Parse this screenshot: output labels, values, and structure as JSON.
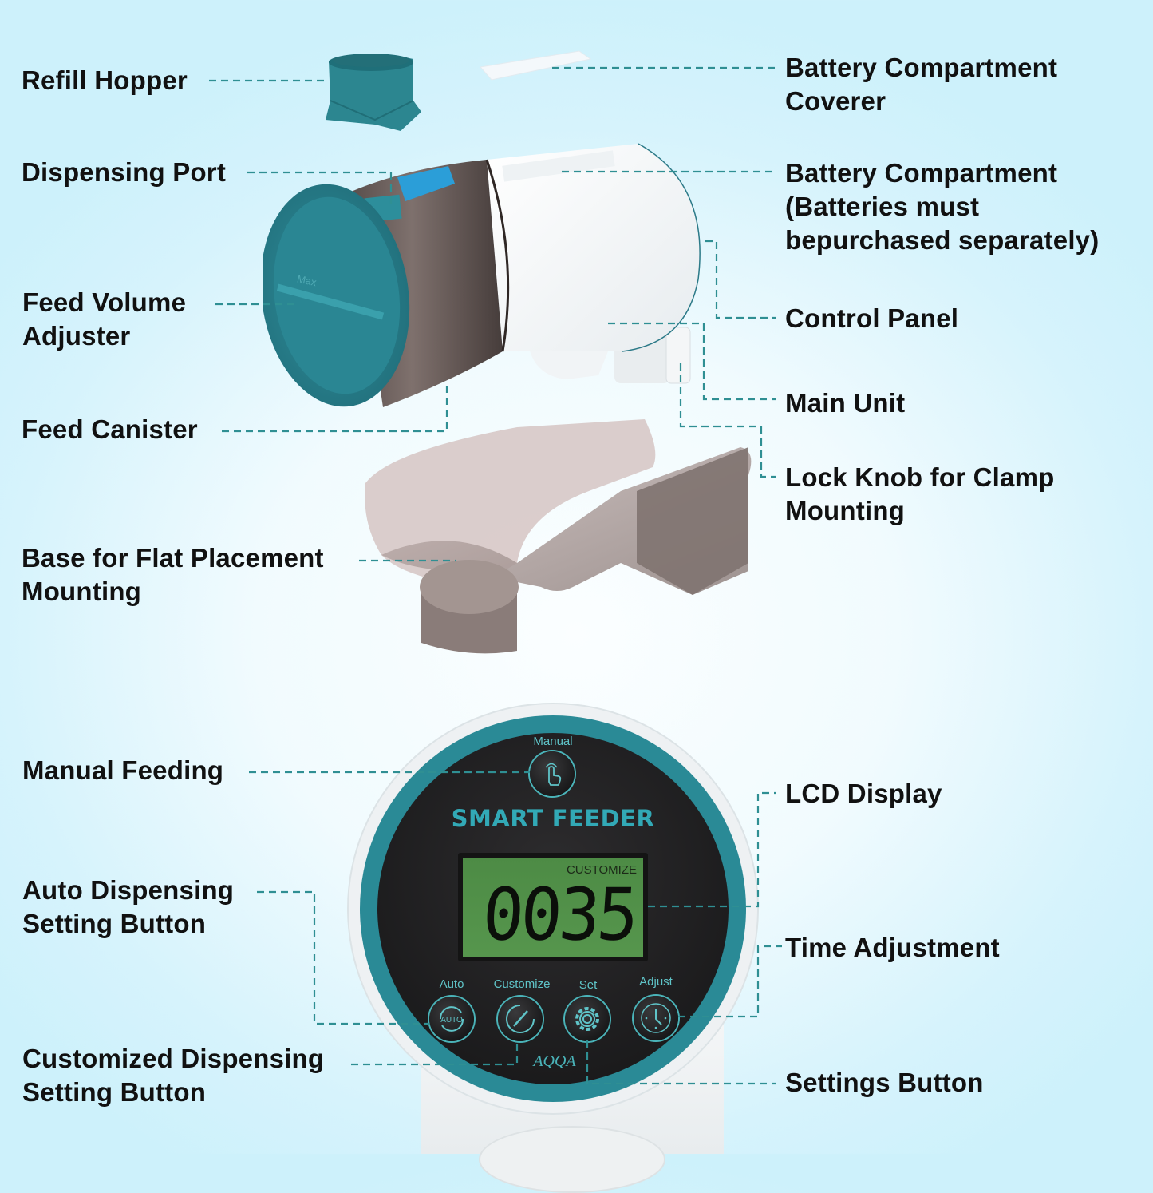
{
  "colors": {
    "background_edge": "#cdf1fb",
    "background_center": "#fbfeff",
    "leader_line": "#2f8f93",
    "accent_teal": "#2a8a96",
    "lcd_green": "#4f8f48",
    "panel_black": "#1b1b1d",
    "canister_brown": "#6e5f5c",
    "label_text": "#111111"
  },
  "exploded_view": {
    "labels_left": [
      {
        "id": "refill-hopper",
        "text": "Refill Hopper"
      },
      {
        "id": "dispensing-port",
        "text": "Dispensing Port"
      },
      {
        "id": "feed-volume-adjuster",
        "lines": [
          "Feed Volume",
          "Adjuster"
        ]
      },
      {
        "id": "feed-canister",
        "text": "Feed Canister"
      },
      {
        "id": "base-flat-placement",
        "lines": [
          "Base for Flat Placement",
          "Mounting"
        ]
      }
    ],
    "labels_right": [
      {
        "id": "battery-compartment-cover",
        "lines": [
          "Battery Compartment",
          "Coverer"
        ]
      },
      {
        "id": "battery-compartment",
        "lines": [
          "Battery Compartment",
          "(Batteries must",
          "bepurchased separately)"
        ]
      },
      {
        "id": "control-panel",
        "text": "Control Panel"
      },
      {
        "id": "main-unit",
        "text": "Main Unit"
      },
      {
        "id": "lock-knob",
        "lines": [
          "Lock Knob for Clamp",
          "Mounting"
        ]
      }
    ],
    "adjuster_marking": "Max"
  },
  "control_panel": {
    "brand_title": "SMART FEEDER",
    "manual_button_label": "Manual",
    "lcd": {
      "mode": "CUSTOMIZE",
      "digits": "0035"
    },
    "buttons": [
      {
        "label": "Auto",
        "icon": "auto-cycle-icon",
        "glyph": "AUTO"
      },
      {
        "label": "Customize",
        "icon": "pen-icon"
      },
      {
        "label": "Set",
        "icon": "gear-icon"
      },
      {
        "label": "Adjust",
        "icon": "clock-icon"
      }
    ],
    "logo": "AQQA",
    "labels_left": [
      {
        "id": "manual-feeding",
        "text": "Manual Feeding"
      },
      {
        "id": "auto-dispensing",
        "lines": [
          "Auto Dispensing",
          "Setting Button"
        ]
      },
      {
        "id": "customized-dispensing",
        "lines": [
          "Customized Dispensing",
          "Setting Button"
        ]
      }
    ],
    "labels_right": [
      {
        "id": "lcd-display",
        "text": "LCD Display"
      },
      {
        "id": "time-adjustment",
        "text": "Time Adjustment"
      },
      {
        "id": "settings-button",
        "text": "Settings Button"
      }
    ]
  }
}
